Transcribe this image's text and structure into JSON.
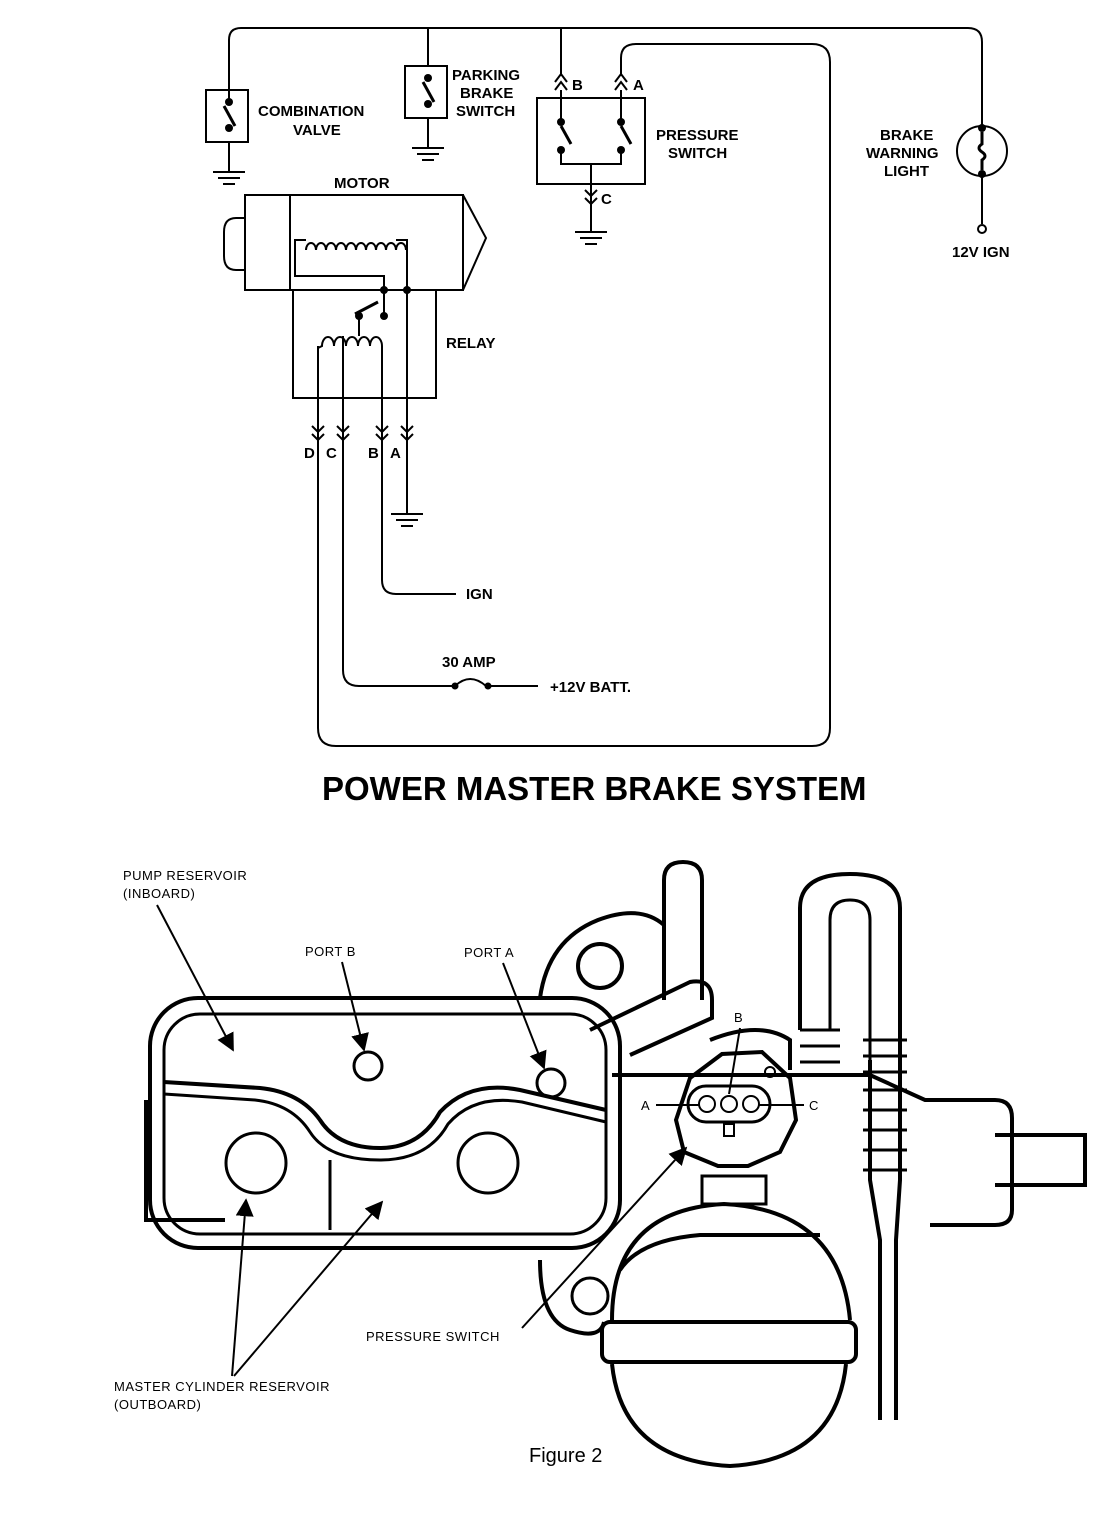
{
  "wiring": {
    "combination_valve": [
      "COMBINATION",
      "VALVE"
    ],
    "parking_brake_switch": [
      "PARKING",
      "BRAKE",
      "SWITCH"
    ],
    "pressure_switch": [
      "PRESSURE",
      "SWITCH"
    ],
    "brake_warning_light": [
      "BRAKE",
      "WARNING",
      "LIGHT"
    ],
    "ign_12v": "12V IGN",
    "motor": "MOTOR",
    "relay": "RELAY",
    "pin_b": "B",
    "pin_a": "A",
    "pin_c": "C",
    "relay_pins": [
      "D",
      "C",
      "B",
      "A"
    ],
    "ign": "IGN",
    "fuse": "30 AMP",
    "battery": "+12V BATT."
  },
  "title": "POWER MASTER BRAKE SYSTEM",
  "assembly": {
    "pump_reservoir": [
      "PUMP RESERVOIR",
      "(INBOARD)"
    ],
    "port_b": "PORT B",
    "port_a": "PORT A",
    "pin_b": "B",
    "pin_a": "A",
    "pin_c": "C",
    "pressure_switch": "PRESSURE SWITCH",
    "master_cylinder_reservoir": [
      "MASTER CYLINDER RESERVOIR",
      "(OUTBOARD)"
    ]
  },
  "caption": "Figure 2"
}
